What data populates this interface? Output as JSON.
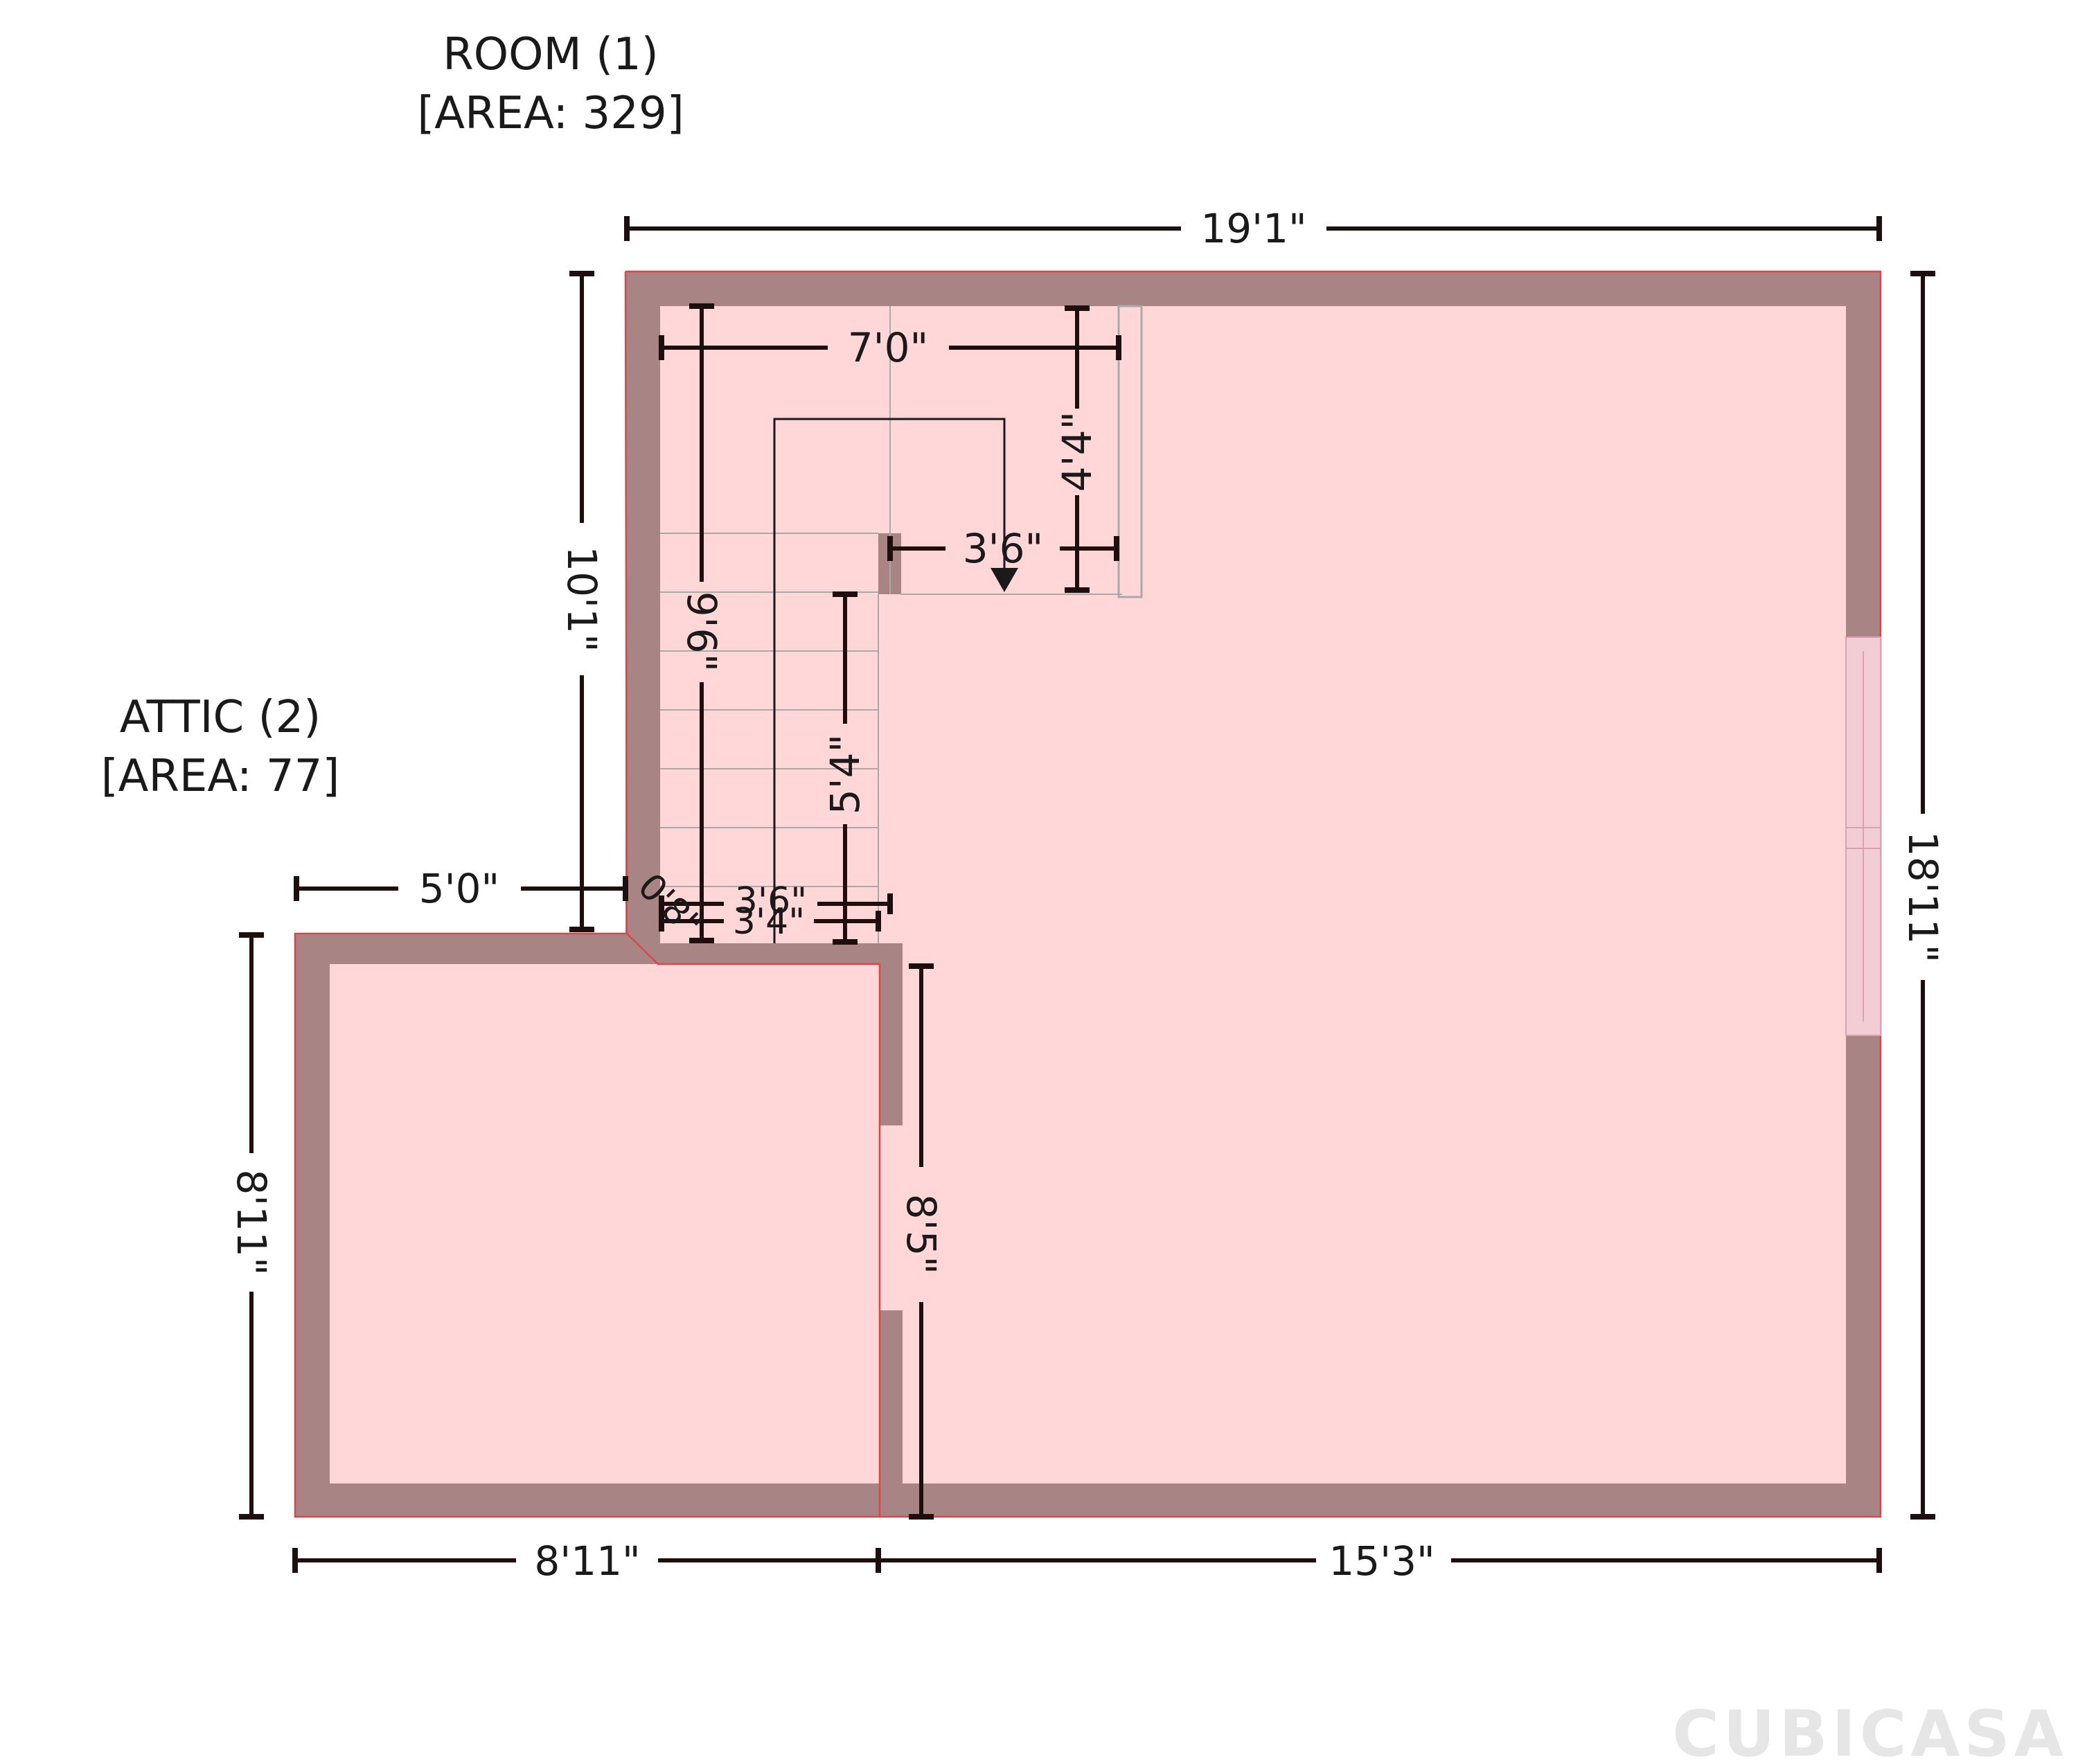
{
  "rooms": {
    "room1": {
      "name": "ROOM (1)",
      "area": "[AREA: 329]"
    },
    "attic2": {
      "name": "ATTIC (2)",
      "area": "[AREA: 77]"
    }
  },
  "dimensions": {
    "top_total": "19'1\"",
    "right_total": "18'11\"",
    "bottom_left": "8'11\"",
    "bottom_right": "15'3\"",
    "left_attic": "8'11\"",
    "left_upper": "10'1\"",
    "attic_offset": "5'0\"",
    "stair_width": "7'0\"",
    "stair_depth": "4'4\"",
    "stair_landing": "3'6\"",
    "stair_run_long": "9'6\"",
    "stair_run_short": "5'4\"",
    "stair_bottom_a": "3'6\"",
    "stair_bottom_b": "3'4\"",
    "corner_small": "0'8\"",
    "interior_wall": "8'5\""
  },
  "brand": {
    "logo": "CUBICASA"
  },
  "colors": {
    "wall": "#a88484",
    "floor": "#ffd7d9",
    "edge": "#d9474b",
    "dimension": "#1e0e0e"
  }
}
